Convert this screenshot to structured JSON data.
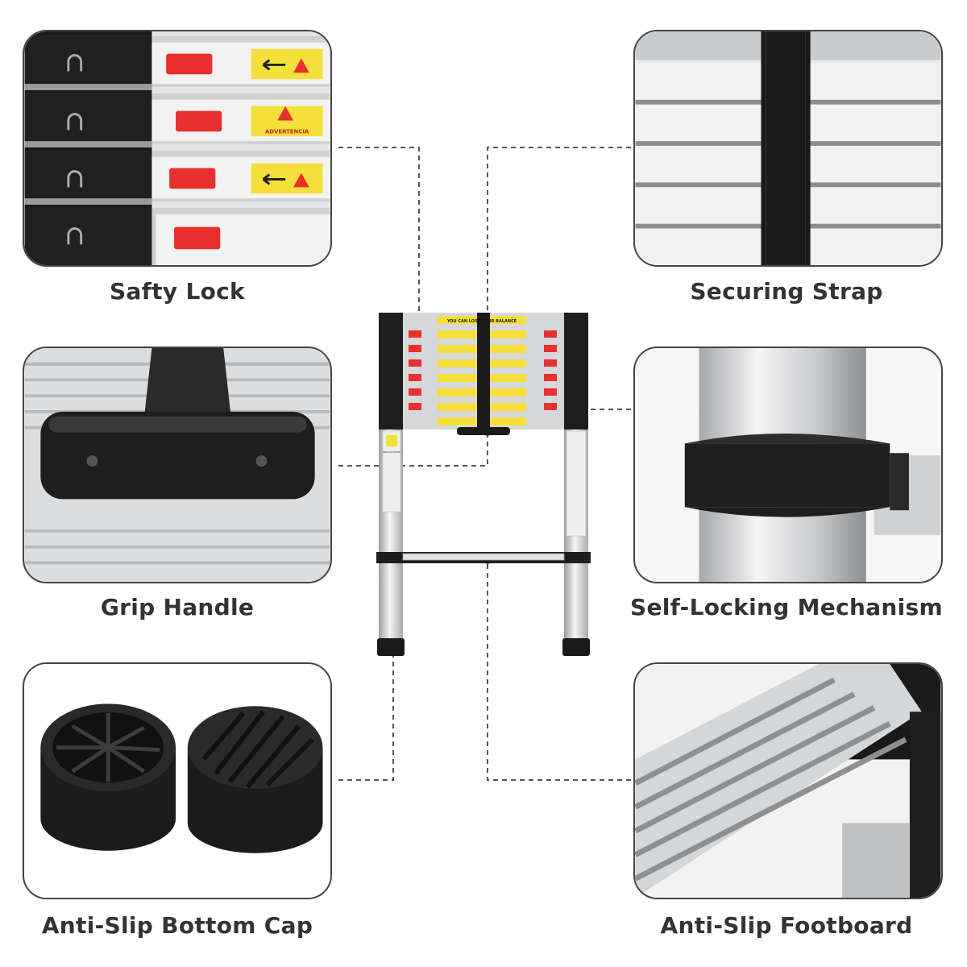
{
  "features": {
    "top_left": {
      "label": "Safty Lock"
    },
    "top_right": {
      "label": "Securing Strap"
    },
    "middle_left": {
      "label": "Grip Handle"
    },
    "middle_right": {
      "label": "Self-Locking Mechanism"
    },
    "bottom_left": {
      "label": "Anti-Slip Bottom Cap"
    },
    "bottom_right": {
      "label": "Anti-Slip Footboard"
    }
  },
  "warning_text": {
    "advertencia": "ADVERTENCIA",
    "balance": "YOU CAN LOSE YOUR BALANCE",
    "precaution": "PRECAUTIONS"
  },
  "colors": {
    "lock_red": "#e8302f",
    "warning_yellow": "#f5df3a",
    "rubber_black": "#1e1e1e",
    "aluminum": "#d9dadb",
    "connector": "#555555"
  }
}
